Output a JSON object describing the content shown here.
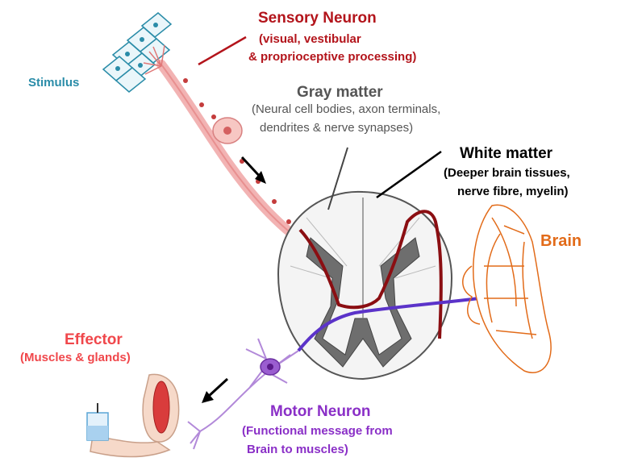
{
  "labels": {
    "sensory_title": "Sensory Neuron",
    "sensory_sub1": "(visual, vestibular",
    "sensory_sub2": "& proprioceptive processing)",
    "stimulus": "Stimulus",
    "gray_title": "Gray matter",
    "gray_sub1": "(Neural cell bodies, axon terminals,",
    "gray_sub2": "dendrites & nerve synapses)",
    "white_title": "White matter",
    "white_sub1": "(Deeper brain tissues,",
    "white_sub2": "nerve fibre, myelin)",
    "brain": "Brain",
    "effector_title": "Effector",
    "effector_sub": "(Muscles & glands)",
    "motor_title": "Motor Neuron",
    "motor_sub1": "(Functional message from",
    "motor_sub2": "Brain to muscles)"
  },
  "colors": {
    "sensory": "#b3141b",
    "gray_matter": "#555555",
    "white_matter": "#000000",
    "brain": "#e26b19",
    "effector": "#f0474b",
    "motor": "#8a2fc7",
    "stimulus": "#2a8ca8"
  },
  "icons": [
    "stimulus-cells-icon",
    "sensory-neuron-icon",
    "spinal-cord-cross-section-icon",
    "brain-icon",
    "motor-neuron-icon",
    "arm-muscle-icon",
    "water-glass-icon"
  ]
}
